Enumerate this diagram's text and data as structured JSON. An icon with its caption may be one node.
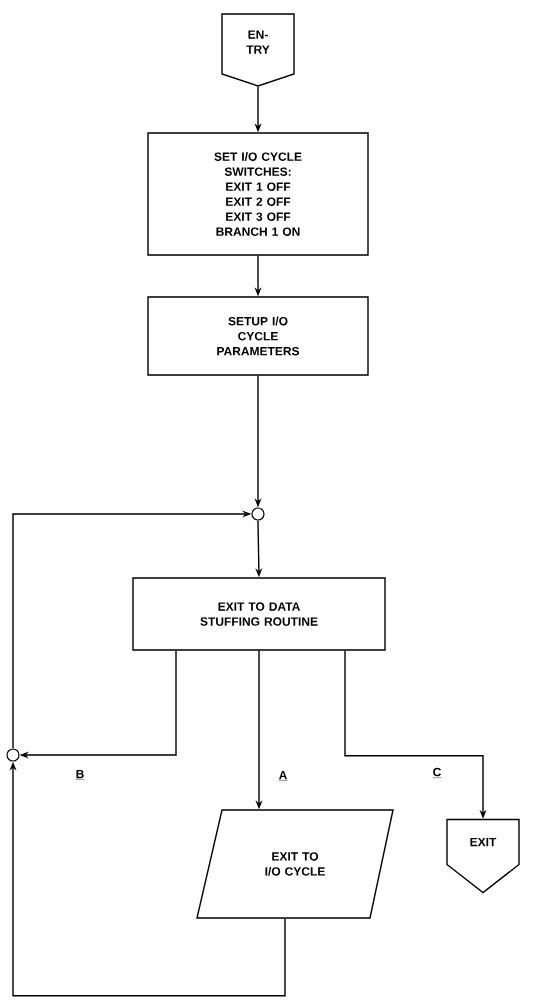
{
  "diagram": {
    "nodes": [
      {
        "text": [
          "EN- TRY"
        ]
      },
      {
        "text": [
          "SET I/O CYCLE SWITCHES:",
          "EXIT 1 OFF",
          "EXIT 2 OFF",
          "EXIT 3 OFF",
          "BRANCH 1 ON"
        ]
      },
      {
        "text": [
          "SETUP I/O CYCLE PARAMETERS"
        ]
      },
      {
        "text": [],
        "shape": "circle"
      },
      {
        "text": [
          "EXIT TO DATA STUFFING ROUTINE"
        ]
      },
      {
        "text": [],
        "shape": "circle"
      },
      {
        "text": [
          "EXIT TO I/O CYCLE"
        ]
      },
      {
        "text": [
          "EXIT"
        ]
      }
    ],
    "edges": [
      {
        "from": 0,
        "to": 1,
        "arrow": "to"
      },
      {
        "from": 1,
        "to": 2,
        "arrow": "to"
      },
      {
        "from": 2,
        "to": 3,
        "arrow": "to"
      },
      {
        "from": 3,
        "to": 4,
        "arrow": "to"
      },
      {
        "from": 4,
        "to": 5,
        "arrow": "to",
        "label": "B"
      },
      {
        "from": 4,
        "to": 6,
        "arrow": "to",
        "label": "A"
      },
      {
        "from": 4,
        "to": 7,
        "arrow": "to",
        "label": "C"
      },
      {
        "from": 6,
        "to": 5,
        "arrow": "to"
      },
      {
        "from": 5,
        "to": 3,
        "arrow": "to"
      }
    ]
  }
}
